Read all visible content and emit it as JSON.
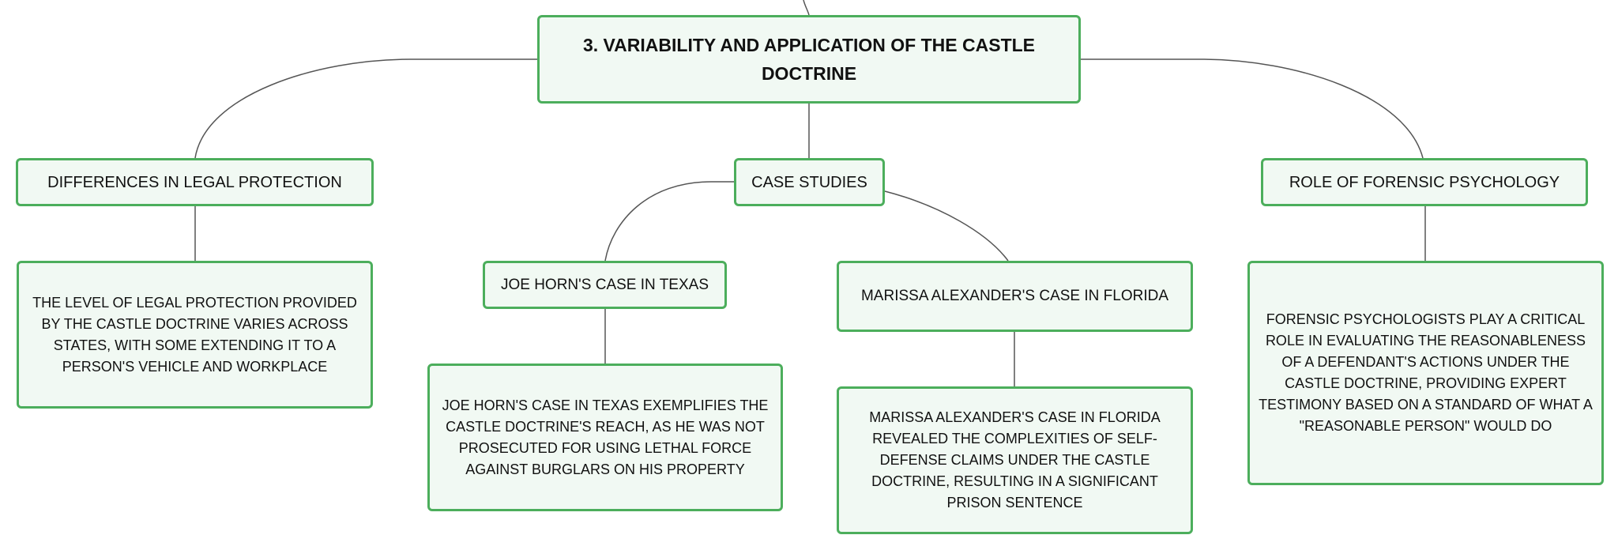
{
  "diagram": {
    "root": {
      "title": "3. VARIABILITY AND APPLICATION OF THE CASTLE DOCTRINE"
    },
    "branches": {
      "legal_protection": {
        "label": "DIFFERENCES IN LEGAL PROTECTION",
        "detail": "THE LEVEL OF LEGAL PROTECTION PROVIDED BY THE CASTLE DOCTRINE VARIES ACROSS STATES, WITH SOME EXTENDING IT TO A PERSON'S VEHICLE AND WORKPLACE"
      },
      "case_studies": {
        "label": "CASE STUDIES",
        "joe_horn": {
          "label": "JOE HORN'S CASE IN TEXAS",
          "detail": "JOE HORN'S CASE IN TEXAS EXEMPLIFIES THE CASTLE DOCTRINE'S REACH, AS HE WAS NOT PROSECUTED FOR USING LETHAL FORCE AGAINST BURGLARS ON HIS PROPERTY"
        },
        "marissa_alexander": {
          "label": "MARISSA ALEXANDER'S CASE IN FLORIDA",
          "detail": "MARISSA ALEXANDER'S CASE IN FLORIDA REVEALED THE COMPLEXITIES OF SELF-DEFENSE CLAIMS UNDER THE CASTLE DOCTRINE, RESULTING IN A SIGNIFICANT PRISON SENTENCE"
        }
      },
      "forensic_psychology": {
        "label": "ROLE OF FORENSIC PSYCHOLOGY",
        "detail": "FORENSIC PSYCHOLOGISTS PLAY A CRITICAL ROLE IN EVALUATING THE REASONABLENESS OF A DEFENDANT'S ACTIONS UNDER THE CASTLE DOCTRINE, PROVIDING EXPERT TESTIMONY BASED ON A STANDARD OF WHAT A \"REASONABLE PERSON\" WOULD DO"
      }
    },
    "colors": {
      "node_border": "#4cae5c",
      "node_fill": "#f1f9f3",
      "connector": "#555555",
      "text": "#111111"
    }
  }
}
